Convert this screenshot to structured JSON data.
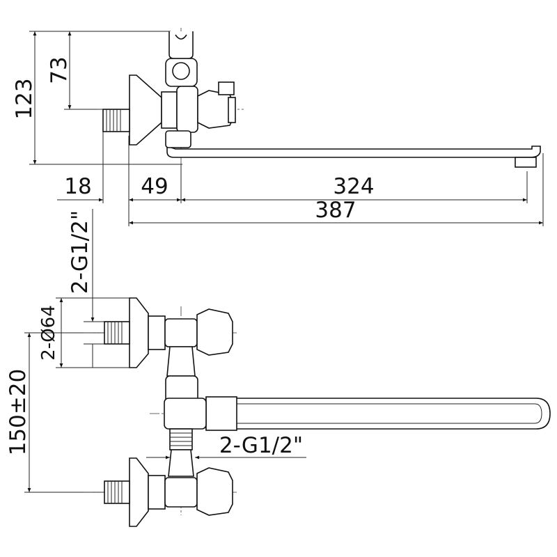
{
  "dimensions": {
    "height_total": "123",
    "height_axis": "73",
    "thread_length": "18",
    "body_offset": "49",
    "spout_length": "324",
    "overall_length": "387",
    "thread_top": "2-G1/2\"",
    "flange_diameter": "2-Ø64",
    "center_distance": "150±20",
    "thread_bottom": "2-G1/2\""
  },
  "colors": {
    "line": "#111111",
    "paper": "#ffffff"
  }
}
